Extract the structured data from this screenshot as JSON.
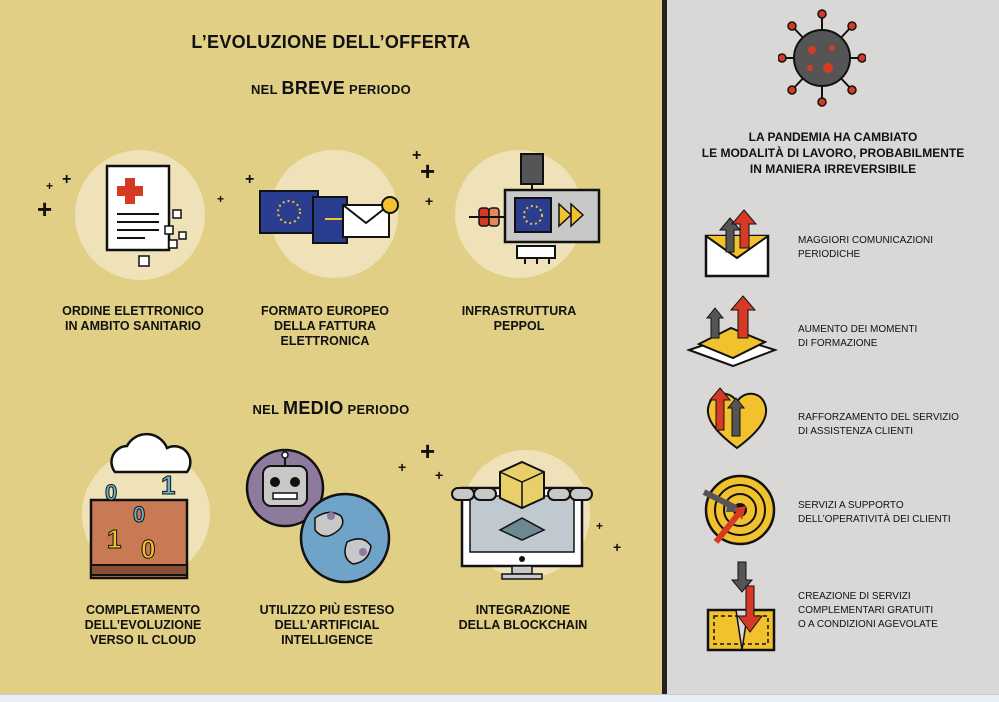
{
  "left": {
    "title": "L’EVOLUZIONE DELL’OFFERTA",
    "short_term": {
      "prefix": "NEL",
      "emphasis": "BREVE",
      "suffix": "PERIODO"
    },
    "medium_term": {
      "prefix": "NEL",
      "emphasis": "MEDIO",
      "suffix": "PERIODO"
    },
    "items": [
      {
        "lines": [
          "ORDINE ELETTRONICO",
          "IN AMBITO SANITARIO"
        ],
        "icon": "medical-document-icon"
      },
      {
        "lines": [
          "FORMATO EUROPEO",
          "DELLA FATTURA",
          "ELETTRONICA"
        ],
        "icon": "eu-invoice-icon"
      },
      {
        "lines": [
          "INFRASTRUTTURA",
          "PEPPOL"
        ],
        "icon": "peppol-infrastructure-icon"
      },
      {
        "lines": [
          "COMPLETAMENTO",
          "DELL’EVOLUZIONE",
          "VERSO IL CLOUD"
        ],
        "icon": "cloud-binary-icon"
      },
      {
        "lines": [
          "UTILIZZO PIÙ ESTESO",
          "DELL’ARTIFICIAL",
          "INTELLIGENCE"
        ],
        "icon": "ai-robot-globe-icon"
      },
      {
        "lines": [
          "INTEGRAZIONE",
          "DELLA BLOCKCHAIN"
        ],
        "icon": "blockchain-monitor-icon"
      }
    ]
  },
  "right": {
    "title_lines": [
      "LA PANDEMIA HA CAMBIATO",
      "LE MODALITÀ DI LAVORO, PROBABILMENTE",
      "IN MANIERA IRREVERSIBILE"
    ],
    "items": [
      {
        "lines": [
          "MAGGIORI COMUNICAZIONI",
          "PERIODICHE"
        ],
        "icon": "envelope-arrows-icon"
      },
      {
        "lines": [
          "AUMENTO DEI MOMENTI",
          "DI FORMAZIONE"
        ],
        "icon": "book-arrows-icon"
      },
      {
        "lines": [
          "RAFFORZAMENTO DEL SERVIZIO",
          "DI ASSISTENZA CLIENTI"
        ],
        "icon": "heart-arrows-icon"
      },
      {
        "lines": [
          "SERVIZI A SUPPORTO",
          "DELL’OPERATIVITÀ DEI CLIENTI"
        ],
        "icon": "target-arrow-icon"
      },
      {
        "lines": [
          "CREAZIONE DI SERVIZI",
          "COMPLEMENTARI GRATUITI",
          "O A CONDIZIONI AGEVOLATE"
        ],
        "icon": "coupon-arrow-icon"
      }
    ]
  },
  "colors": {
    "panel_left": "#e2cf86",
    "panel_right": "#d9d8d6",
    "accent_red": "#d63a24",
    "accent_yellow": "#f2c12e",
    "eu_blue": "#2b3d8f"
  }
}
